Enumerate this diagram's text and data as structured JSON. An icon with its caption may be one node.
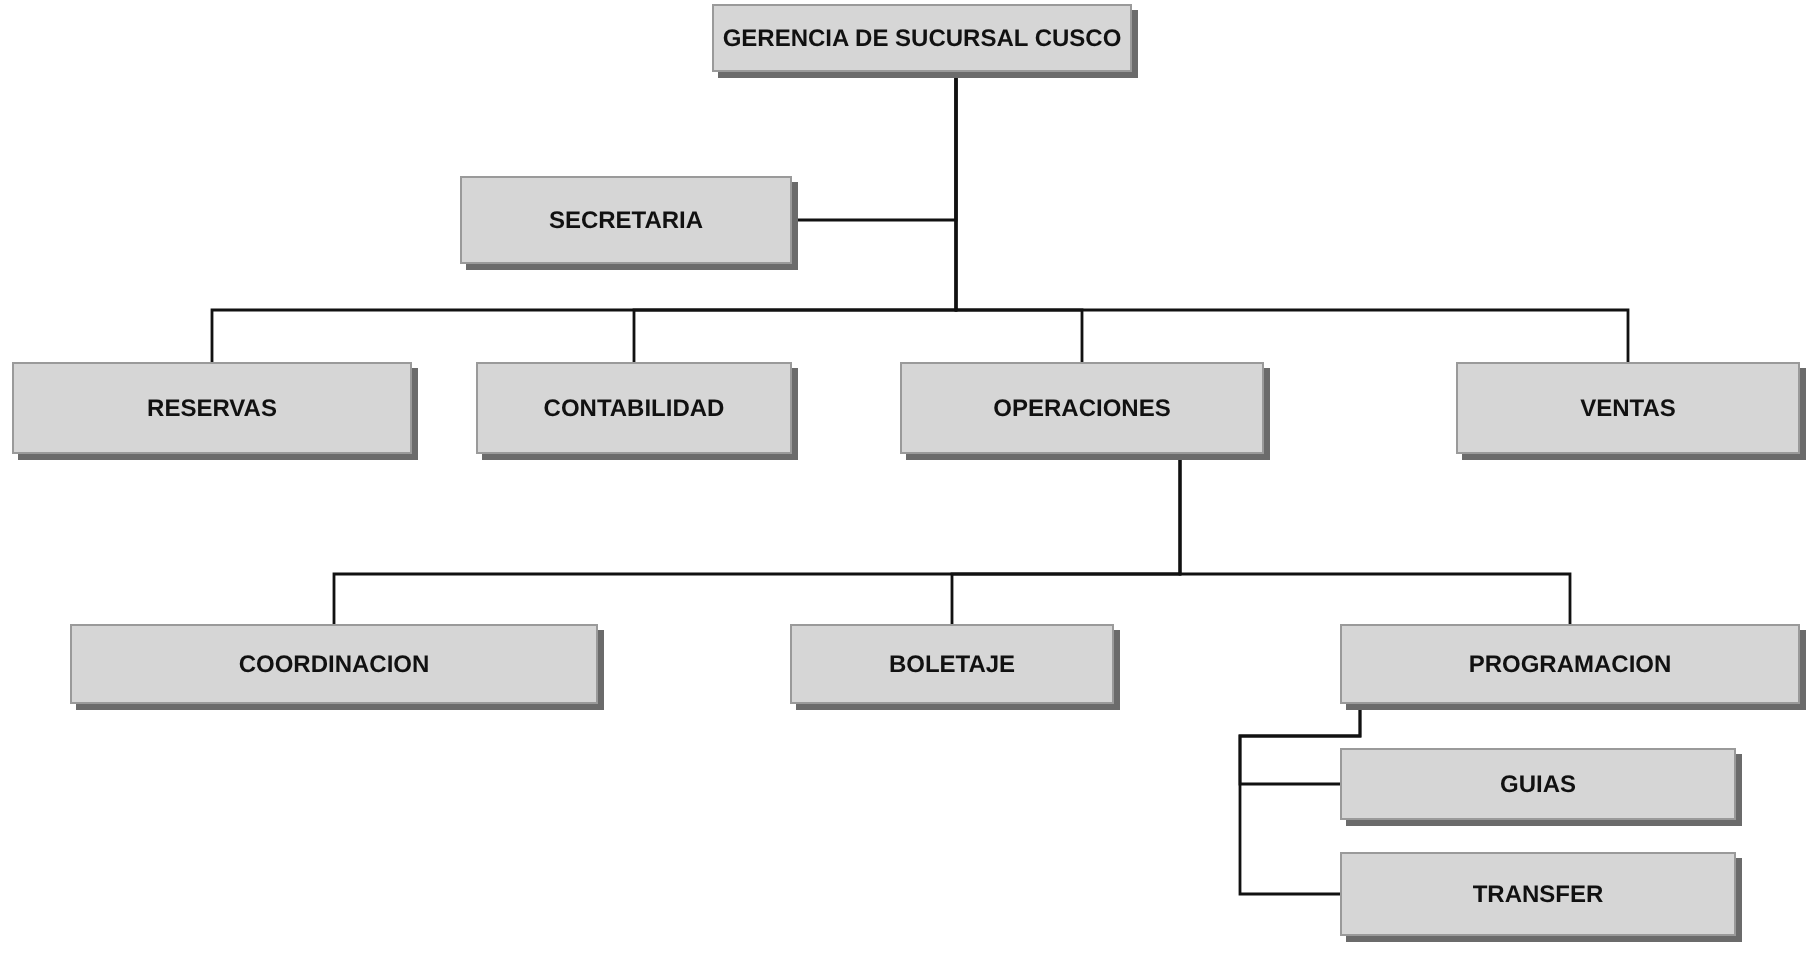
{
  "diagram": {
    "nodes": [
      {
        "text": [
          "GERENCIA DE SUCURSAL CUSCO"
        ]
      },
      {
        "text": [
          "SECRETARIA"
        ]
      },
      {
        "text": [
          "RESERVAS"
        ]
      },
      {
        "text": [
          "CONTABILIDAD"
        ]
      },
      {
        "text": [
          "OPERACIONES"
        ]
      },
      {
        "text": [
          "VENTAS"
        ]
      },
      {
        "text": [
          "COORDINACION"
        ]
      },
      {
        "text": [
          "BOLETAJE"
        ]
      },
      {
        "text": [
          "PROGRAMACION"
        ]
      },
      {
        "text": [
          "GUIAS"
        ]
      },
      {
        "text": [
          "TRANSFER"
        ]
      }
    ],
    "edges": [
      {
        "from": 0,
        "to": 1,
        "arrow": "none"
      },
      {
        "from": 0,
        "to": 2,
        "arrow": "none"
      },
      {
        "from": 0,
        "to": 3,
        "arrow": "none"
      },
      {
        "from": 0,
        "to": 4,
        "arrow": "none"
      },
      {
        "from": 0,
        "to": 5,
        "arrow": "none"
      },
      {
        "from": 4,
        "to": 6,
        "arrow": "none"
      },
      {
        "from": 4,
        "to": 7,
        "arrow": "none"
      },
      {
        "from": 4,
        "to": 8,
        "arrow": "none"
      },
      {
        "from": 8,
        "to": 9,
        "arrow": "none"
      },
      {
        "from": 8,
        "to": 10,
        "arrow": "none"
      }
    ]
  }
}
